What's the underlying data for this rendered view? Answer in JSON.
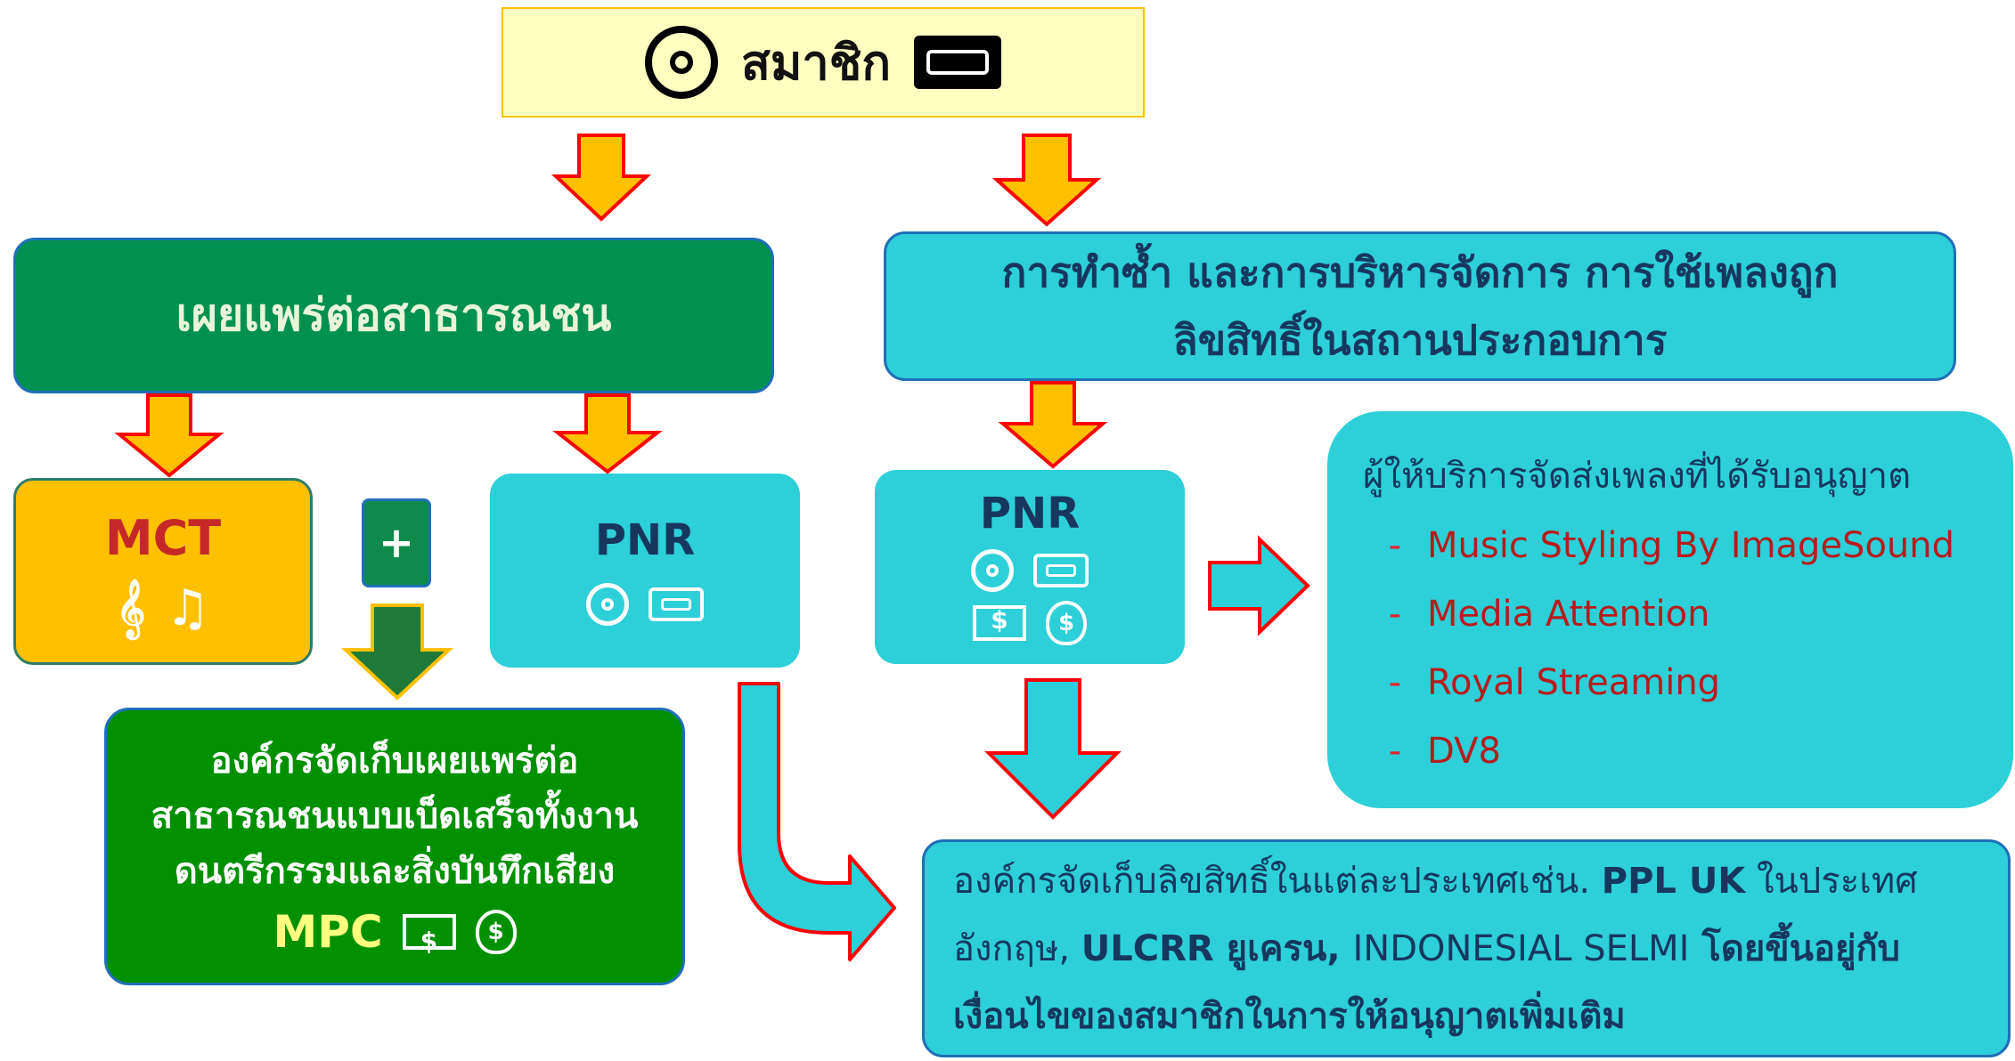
{
  "top_box": {
    "label": "สมาชิก",
    "icons": [
      "cd-icon",
      "cassette-tape-icon"
    ]
  },
  "public_broadcast": {
    "label": "เผยแพร่ต่อสาธารณชน"
  },
  "reproduction": {
    "line1": "การทำซ้ำ และการบริหารจัดการ การใช้เพลงถูก",
    "line2": "ลิขสิทธิ์ในสถานประกอบการ"
  },
  "mct": {
    "label": "MCT",
    "icons": [
      "music-score-icon",
      "music-notes-icon"
    ]
  },
  "plus": {
    "label": "+"
  },
  "pnr_left": {
    "label": "PNR",
    "icons": [
      "cd-icon",
      "cassette-tape-icon"
    ]
  },
  "pnr_right": {
    "label": "PNR",
    "icons": [
      "cd-icon",
      "cassette-tape-icon",
      "money-icon",
      "money-bag-icon"
    ]
  },
  "mpc_box": {
    "line1": "องค์กรจัดเก็บเผยแพร่ต่อ",
    "line2": "สาธารณชนแบบเบ็ดเสร็จทั้งงาน",
    "line3": "ดนตรีกรรมและสิ่งบันทึกเสียง",
    "label": "MPC",
    "icons": [
      "money-icon",
      "money-bag-icon"
    ]
  },
  "providers": {
    "title": "ผู้ให้บริการจัดส่งเพลงที่ได้รับอนุญาต",
    "bullet": "-",
    "items": [
      "Music Styling By ImageSound",
      "Media Attention",
      "Royal Streaming",
      "DV8"
    ]
  },
  "international": {
    "l1a": "องค์กรจัดเก็บลิขสิทธิ์ในแต่ละประเทศเช่น. ",
    "l1b": "PPL UK",
    "l1c": " ในประเทศ",
    "l2a": "อังกฤษ, ",
    "l2b": "ULCRR ยูเครน, ",
    "l2c": "INDONESIAL SELMI",
    "l2d": " โดยขึ้นอยู่กับ",
    "l3": "เงื่อนไขของสมาชิกในการให้อนุญาตเพิ่มเติม"
  },
  "colors": {
    "yellow": "#ffc000",
    "light_yellow": "#ffffc0",
    "green": "#009050",
    "dark_green": "#009000",
    "cyan": "#2dcfd8",
    "navy": "#17375e",
    "red": "#ff0000"
  }
}
